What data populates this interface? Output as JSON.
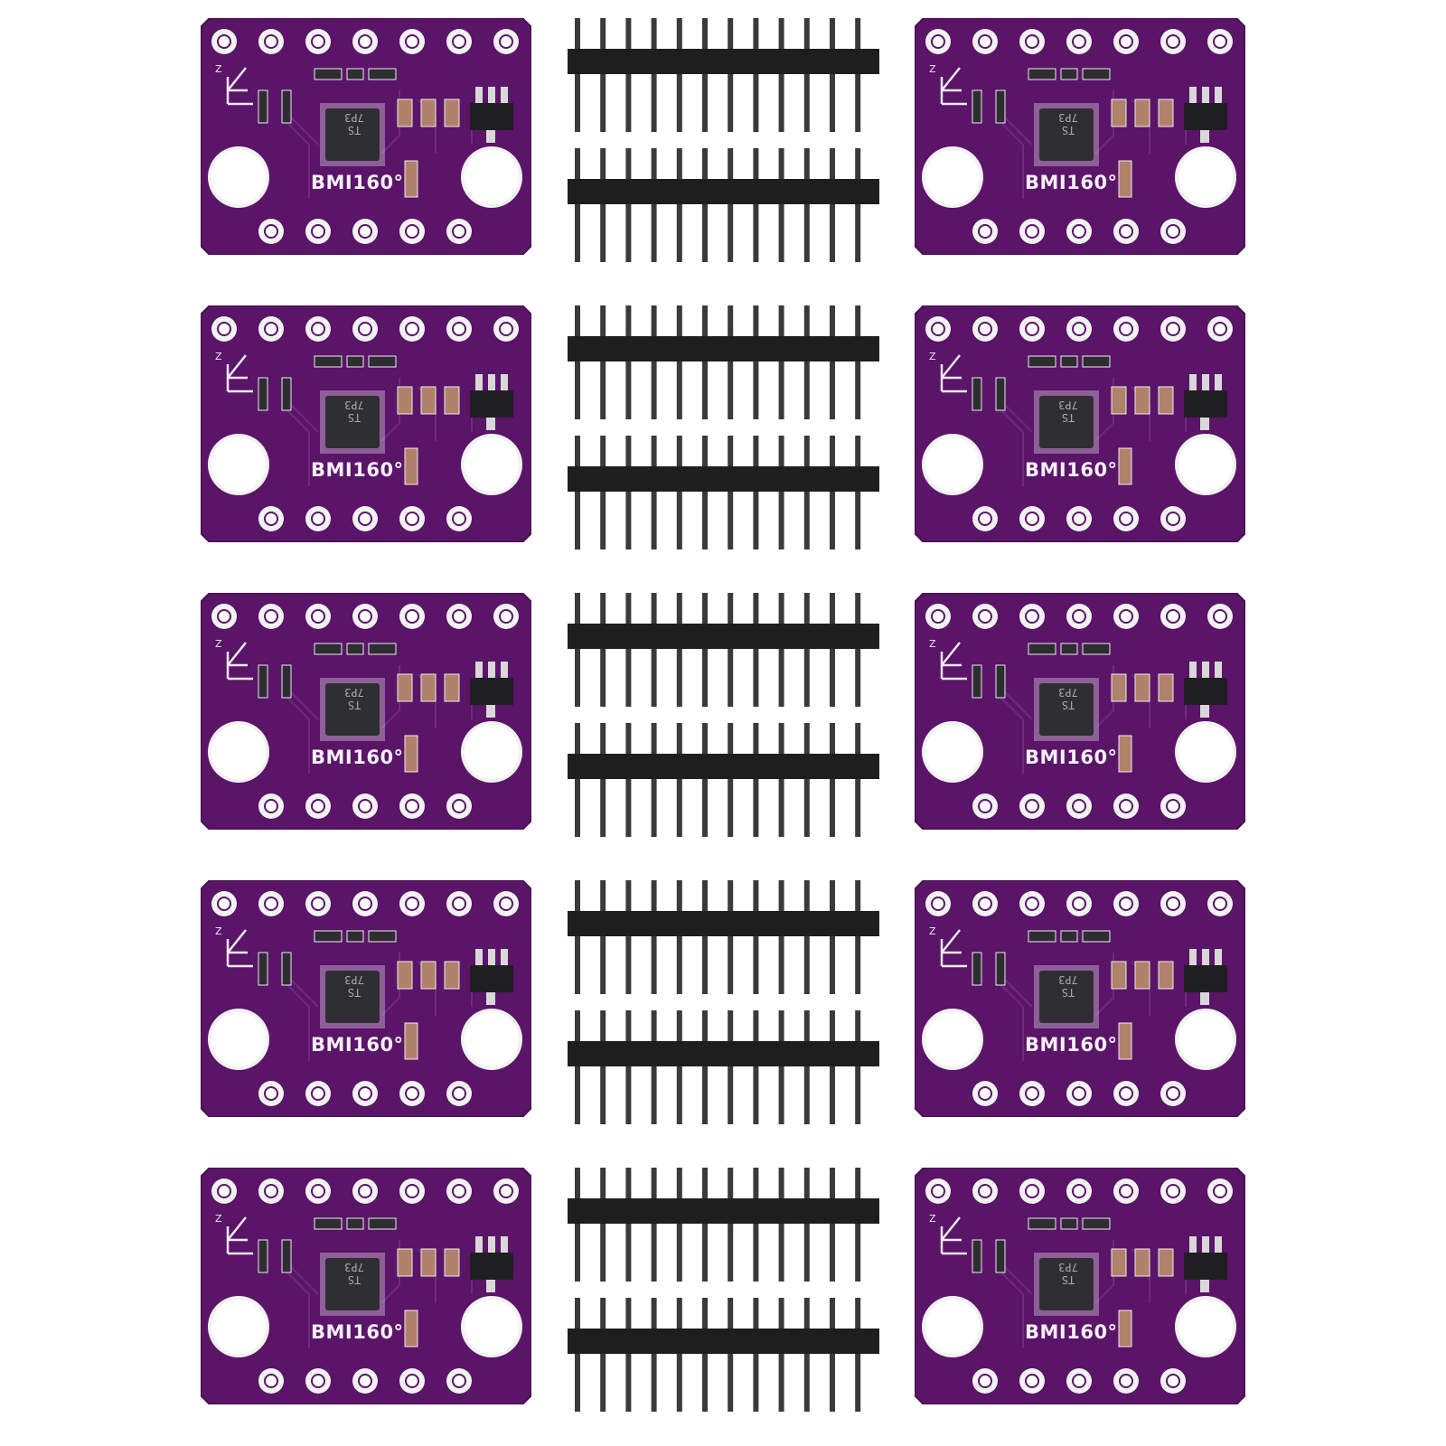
{
  "boards": {
    "label": "BMI160°",
    "chip_marking_line1": "TS",
    "chip_marking_line2": "7P3"
  },
  "colors": {
    "pcb": "#5a1468",
    "pcb_edge": "#46104f",
    "pad": "#f2f2f2",
    "hole": "#ffffff",
    "chip": "#2f2f33",
    "header_plastic": "#1e1e1e",
    "header_pin": "#3a3a3a",
    "component": "#b0826a"
  }
}
